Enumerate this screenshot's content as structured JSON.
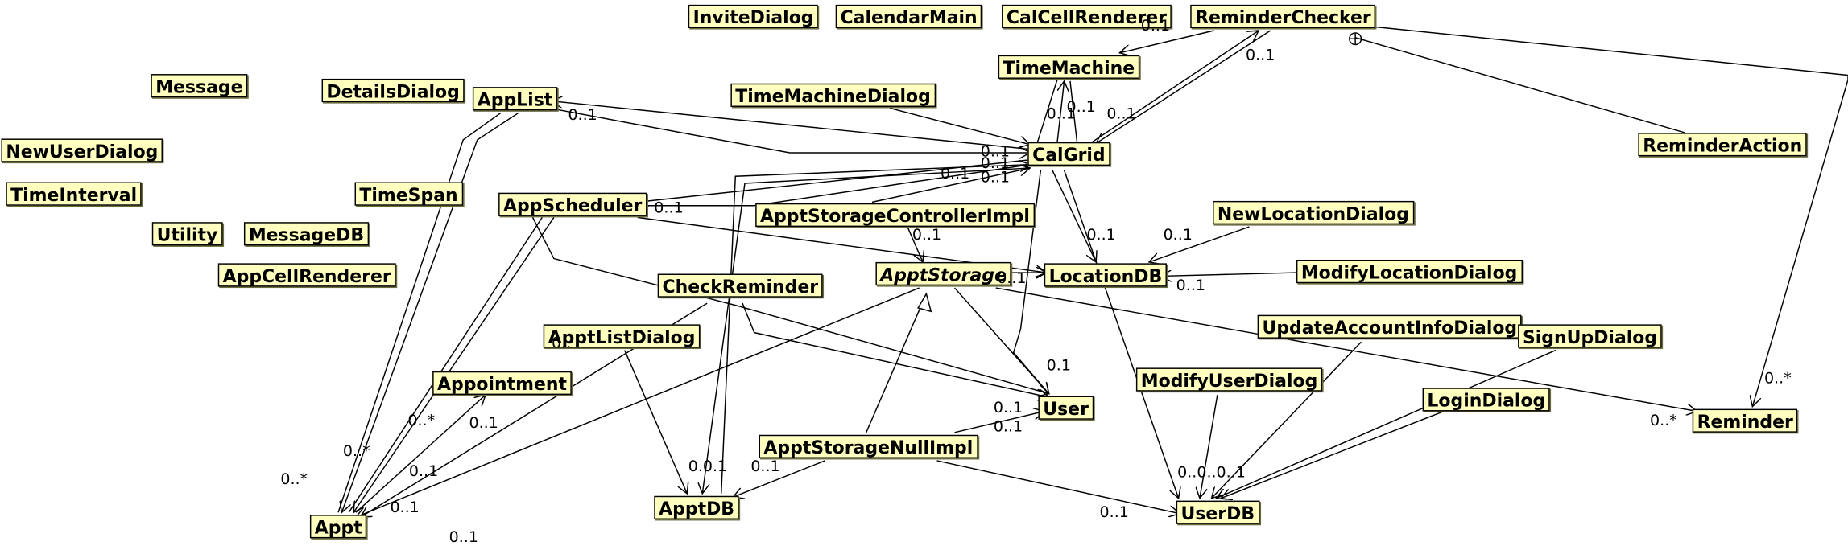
{
  "classes": {
    "InviteDialog": "InviteDialog",
    "CalendarMain": "CalendarMain",
    "CalCellRenderer": "CalCellRenderer",
    "ReminderChecker": "ReminderChecker",
    "TimeMachine": "TimeMachine",
    "Message": "Message",
    "DetailsDialog": "DetailsDialog",
    "AppList": "AppList",
    "TimeMachineDialog": "TimeMachineDialog",
    "NewUserDialog": "NewUserDialog",
    "CalGrid": "CalGrid",
    "ReminderAction": "ReminderAction",
    "TimeInterval": "TimeInterval",
    "TimeSpan": "TimeSpan",
    "AppScheduler": "AppScheduler",
    "ApptStorageControllerImpl": "ApptStorageControllerImpl",
    "NewLocationDialog": "NewLocationDialog",
    "Utility": "Utility",
    "MessageDB": "MessageDB",
    "AppCellRenderer": "AppCellRenderer",
    "CheckReminder": "CheckReminder",
    "ApptStorage": "ApptStorage",
    "LocationDB": "LocationDB",
    "ModifyLocationDialog": "ModifyLocationDialog",
    "UpdateAccountInfoDialog": "UpdateAccountInfoDialog",
    "SignUpDialog": "SignUpDialog",
    "ApptListDialog": "ApptListDialog",
    "Appointment": "Appointment",
    "ModifyUserDialog": "ModifyUserDialog",
    "LoginDialog": "LoginDialog",
    "User": "User",
    "Reminder": "Reminder",
    "ApptStorageNullImpl": "ApptStorageNullImpl",
    "ApptDB": "ApptDB",
    "UserDB": "UserDB",
    "Appt": "Appt"
  },
  "multiplicities": {
    "zero_one": "0..1",
    "zero_many": "0..*",
    "zero_one_clipped": "0..",
    "zero_one_overlap": "0.0.1",
    "zero_one_stack": "0.1",
    "zero_one_overlap_b": "0..1",
    "zero_one_triple": "0..0..0..1",
    "zero_one_tail": "0..1"
  }
}
